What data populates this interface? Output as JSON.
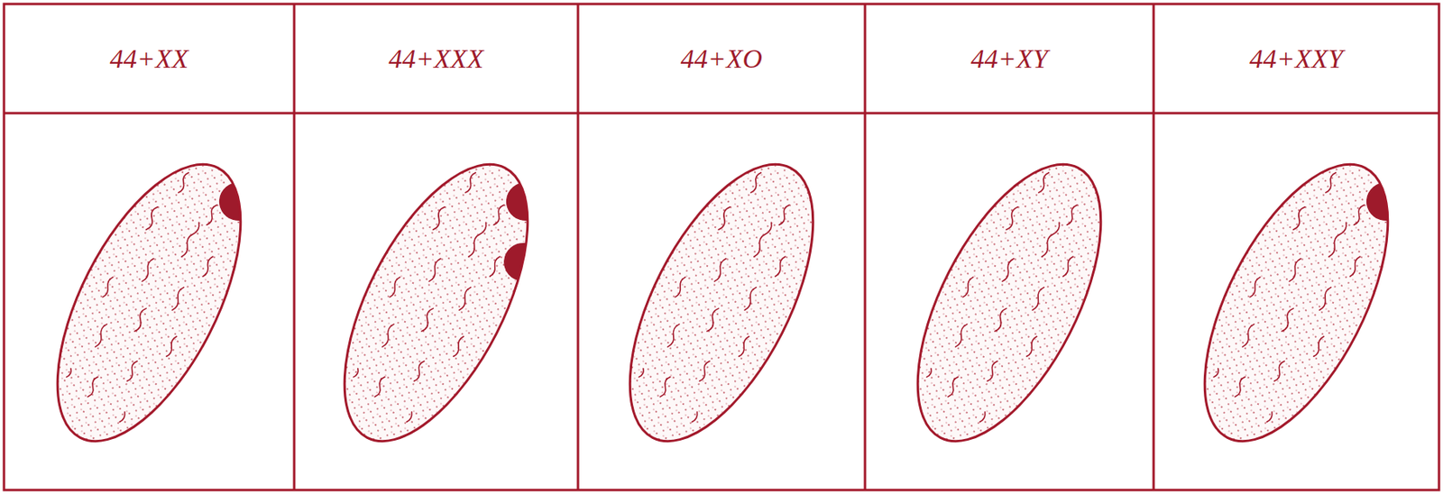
{
  "diagram": {
    "labels": [
      "44+XX",
      "44+XXX",
      "44+XO",
      "44+XY",
      "44+XXY"
    ]
  }
}
